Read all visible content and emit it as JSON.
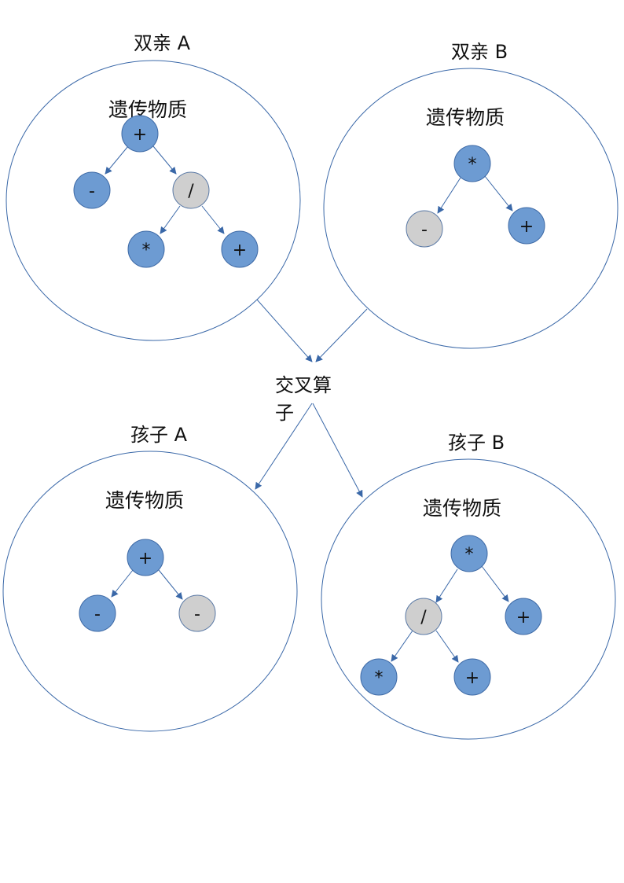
{
  "colors": {
    "outline": "#3a68a8",
    "node_blue": "#6d9bd2",
    "node_blue_border": "#3e6aa6",
    "node_grey": "#cfcfcf",
    "node_grey_border": "#5b7aa6",
    "arrow": "#3a68a8"
  },
  "parent_a": {
    "title": "双亲 A",
    "genetic_label": "遗传物质",
    "nodes": [
      {
        "op": "+",
        "fill": "blue"
      },
      {
        "op": "-",
        "fill": "blue"
      },
      {
        "op": "/",
        "fill": "grey"
      },
      {
        "op": "*",
        "fill": "blue"
      },
      {
        "op": "+",
        "fill": "blue"
      }
    ]
  },
  "parent_b": {
    "title": "双亲 B",
    "genetic_label": "遗传物质",
    "nodes": [
      {
        "op": "*",
        "fill": "blue"
      },
      {
        "op": "-",
        "fill": "grey"
      },
      {
        "op": "+",
        "fill": "blue"
      }
    ]
  },
  "crossover": {
    "line1": "交叉算",
    "line2": "子"
  },
  "child_a": {
    "title": "孩子 A",
    "genetic_label": "遗传物质",
    "nodes": [
      {
        "op": "+",
        "fill": "blue"
      },
      {
        "op": "-",
        "fill": "blue"
      },
      {
        "op": "-",
        "fill": "grey"
      }
    ]
  },
  "child_b": {
    "title": "孩子 B",
    "genetic_label": "遗传物质",
    "nodes": [
      {
        "op": "*",
        "fill": "blue"
      },
      {
        "op": "/",
        "fill": "grey"
      },
      {
        "op": "+",
        "fill": "blue"
      },
      {
        "op": "*",
        "fill": "blue"
      },
      {
        "op": "+",
        "fill": "blue"
      }
    ]
  }
}
